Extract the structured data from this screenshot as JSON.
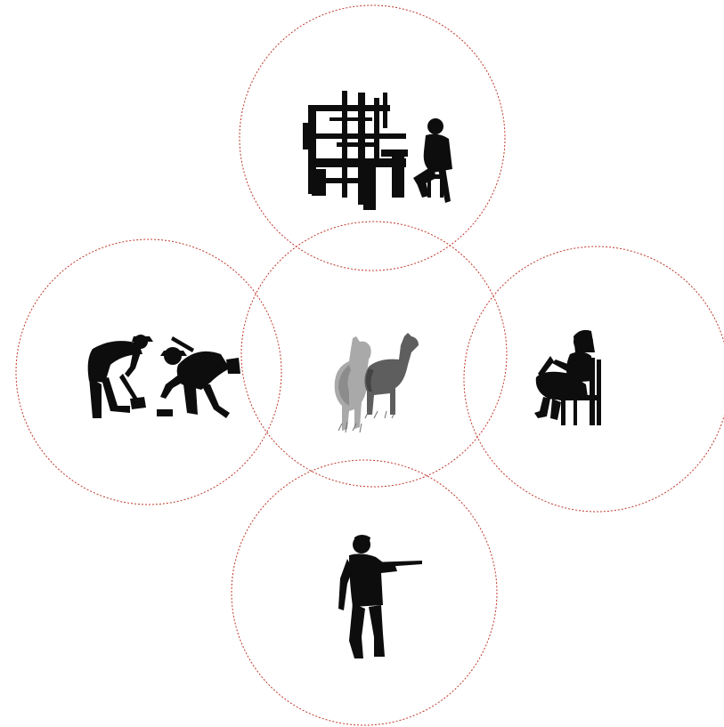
{
  "diagram": {
    "ring_color": "#c0392b",
    "ink_color": "#0d0d0d",
    "nodes": [
      {
        "id": "center",
        "icon": "alpaca-pair-icon"
      },
      {
        "id": "top",
        "icon": "weaver-at-loom-icon"
      },
      {
        "id": "left",
        "icon": "shearers-icon"
      },
      {
        "id": "right",
        "icon": "seated-spinner-icon"
      },
      {
        "id": "bottom",
        "icon": "herder-with-staff-icon"
      }
    ]
  }
}
